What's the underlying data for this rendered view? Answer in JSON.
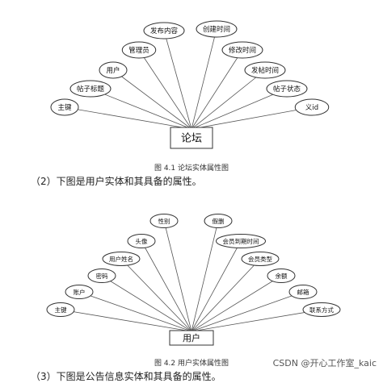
{
  "figure1": {
    "entity": "论坛",
    "attributes": [
      "主键",
      "帖子标题",
      "用户",
      "管理员",
      "发布内容",
      "创建时间",
      "修改时间",
      "发帖时间",
      "帖子状态",
      "义id"
    ],
    "caption": "图 4.1 论坛实体属性图"
  },
  "paragraph1": "（2）下图是用户实体和其具备的属性。",
  "figure2": {
    "entity": "用户",
    "attributes": [
      "主键",
      "账户",
      "密码",
      "用户姓名",
      "头像",
      "性别",
      "假删",
      "会员到期时间",
      "会员类型",
      "余额",
      "邮箱",
      "联系方式"
    ],
    "caption": "图 4.2 用户实体属性图"
  },
  "paragraph2": "（3）下图是公告信息实体和其具备的属性。",
  "watermark": "CSDN @开心工作室_kaic"
}
